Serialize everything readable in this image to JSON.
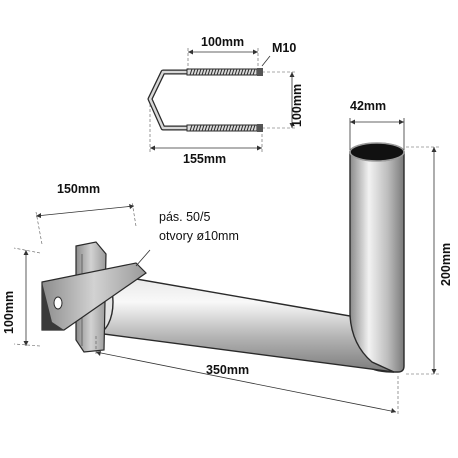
{
  "dimensions": {
    "bolt_width": "100mm",
    "thread": "M10",
    "bolt_height": "100mm",
    "bolt_total_width": "155mm",
    "tube_diameter": "42mm",
    "mast_height": "200mm",
    "plate_offset": "150mm",
    "plate_height": "100mm",
    "arm_length": "350mm"
  },
  "plate_note": {
    "line1": "pás. 50/5",
    "line2": "otvory ø10mm"
  },
  "colors": {
    "steel_light": "#f4f4f4",
    "steel_mid": "#b8b8b8",
    "steel_dark": "#6e6e6e",
    "outline": "#2a2a2a",
    "text": "#111111"
  }
}
